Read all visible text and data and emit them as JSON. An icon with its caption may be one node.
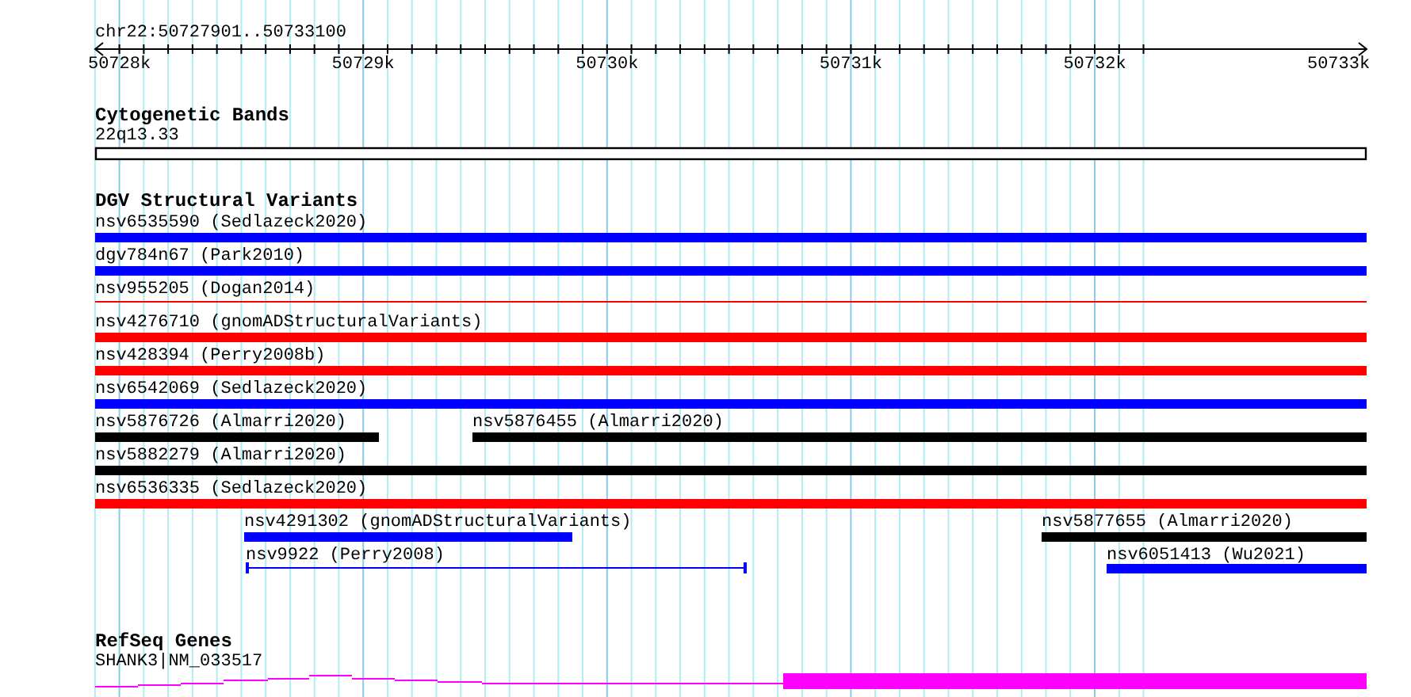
{
  "diagram": {
    "nodes": [
      {
        "text": [
          "22q13.33"
        ]
      },
      {
        "text": [
          "nsv6535590 (Sedlazeck2020)"
        ]
      },
      {
        "text": [
          "dgv784n67 (Park2010)"
        ]
      },
      {
        "text": [
          "nsv955205 (Dogan2014)"
        ]
      },
      {
        "text": [
          "nsv4276710 (gnomADStructuralVariants)"
        ]
      },
      {
        "text": [
          "nsv428394 (Perry2008b)"
        ]
      },
      {
        "text": [
          "nsv6542069 (Sedlazeck2020)"
        ]
      },
      {
        "text": [
          "nsv5876726 (Almarri2020)"
        ]
      },
      {
        "text": [
          "nsv5876455 (Almarri2020)"
        ]
      },
      {
        "text": [
          "nsv5882279 (Almarri2020)"
        ]
      },
      {
        "text": [
          "nsv6536335 (Sedlazeck2020)"
        ]
      },
      {
        "text": [
          "nsv4291302 (gnomADStructuralVariants)"
        ]
      },
      {
        "text": [
          "nsv5877655 (Almarri2020)"
        ]
      },
      {
        "text": [
          "nsv9922 (Perry2008)"
        ]
      },
      {
        "text": [
          "nsv6051413 (Wu2021)"
        ]
      },
      {
        "text": [
          "SHANK3|NM_033517"
        ]
      }
    ],
    "edges": [],
    "labels": [
      "chr22:50727901..50733100",
      "50728k",
      "50729k",
      "50730k",
      "50731k",
      "50732k",
      "50733k",
      "Cytogenetic Bands",
      "DGV Structural Variants",
      "RefSeq Genes"
    ]
  }
}
